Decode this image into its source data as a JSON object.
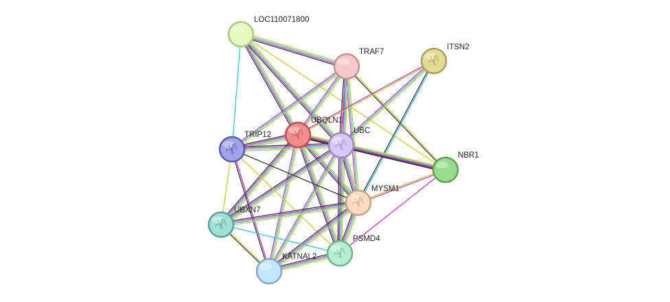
{
  "network": {
    "nodes": [
      {
        "id": "LOC110071800",
        "label": "LOC110071800",
        "fill": "#e2fbba",
        "stroke": "#aac785",
        "icon": "none"
      },
      {
        "id": "TRAF7",
        "label": "TRAF7",
        "fill": "#f7c8c9",
        "stroke": "#c58f91",
        "icon": "none"
      },
      {
        "id": "ITSN2",
        "label": "ITSN2",
        "fill": "#e3dd94",
        "stroke": "#a49f55",
        "icon": "protein-structure-icon"
      },
      {
        "id": "UBQLN1",
        "label": "UBQLN1",
        "fill": "#f08d8f",
        "stroke": "#c44b4f",
        "icon": "protein-structure-icon"
      },
      {
        "id": "UBC",
        "label": "UBC",
        "fill": "#d8c6fb",
        "stroke": "#9a85c4",
        "icon": "protein-structure-icon"
      },
      {
        "id": "TRIP12",
        "label": "TRIP12",
        "fill": "#a0a3e6",
        "stroke": "#585ca2",
        "icon": "protein-structure-icon"
      },
      {
        "id": "NBR1",
        "label": "NBR1",
        "fill": "#98dc8d",
        "stroke": "#5e9f53",
        "icon": "none"
      },
      {
        "id": "MYSM1",
        "label": "MYSM1",
        "fill": "#fcdcbe",
        "stroke": "#c4a283",
        "icon": "protein-structure-icon"
      },
      {
        "id": "UBXN7",
        "label": "UBXN7",
        "fill": "#9fe0d9",
        "stroke": "#5d9f98",
        "icon": "protein-structure-icon"
      },
      {
        "id": "PSMD4",
        "label": "PSMD4",
        "fill": "#b3f0d1",
        "stroke": "#6fb190",
        "icon": "protein-structure-icon"
      },
      {
        "id": "KATNAL2",
        "label": "KATNAL2",
        "fill": "#c2e6fb",
        "stroke": "#84a8bd",
        "icon": "none"
      }
    ],
    "edges": [
      {
        "a": "LOC110071800",
        "b": "TRAF7",
        "colors": [
          "#cccc33",
          "#33cccc",
          "#cc33cc",
          "#333333"
        ]
      },
      {
        "a": "LOC110071800",
        "b": "UBQLN1",
        "colors": [
          "#cccc33",
          "#33cccc",
          "#cc33cc",
          "#333333"
        ]
      },
      {
        "a": "LOC110071800",
        "b": "UBC",
        "colors": [
          "#cccc33",
          "#33cccc",
          "#cc33cc",
          "#333333"
        ]
      },
      {
        "a": "LOC110071800",
        "b": "TRIP12",
        "colors": [
          "#33cccc"
        ]
      },
      {
        "a": "LOC110071800",
        "b": "NBR1",
        "colors": [
          "#cccc33"
        ]
      },
      {
        "a": "TRAF7",
        "b": "UBQLN1",
        "colors": [
          "#cccc33",
          "#33cccc",
          "#cc33cc"
        ]
      },
      {
        "a": "TRAF7",
        "b": "UBC",
        "colors": [
          "#cccc33",
          "#33cccc",
          "#cc33cc",
          "#333333"
        ]
      },
      {
        "a": "TRAF7",
        "b": "TRIP12",
        "colors": [
          "#cccc33",
          "#33cccc",
          "#cc33cc"
        ]
      },
      {
        "a": "TRAF7",
        "b": "NBR1",
        "colors": [
          "#cccc33",
          "#333333"
        ]
      },
      {
        "a": "TRAF7",
        "b": "MYSM1",
        "colors": [
          "#cccc33",
          "#33cccc",
          "#cc33cc"
        ]
      },
      {
        "a": "TRAF7",
        "b": "PSMD4",
        "colors": [
          "#cccc33",
          "#33cccc",
          "#cc33cc"
        ]
      },
      {
        "a": "ITSN2",
        "b": "UBC",
        "colors": [
          "#cccc33",
          "#33cccc",
          "#cc33cc"
        ]
      },
      {
        "a": "ITSN2",
        "b": "UBQLN1",
        "colors": [
          "#cccc33",
          "#cc33cc"
        ]
      },
      {
        "a": "ITSN2",
        "b": "MYSM1",
        "colors": [
          "#33cccc",
          "#333333"
        ]
      },
      {
        "a": "UBQLN1",
        "b": "UBC",
        "colors": [
          "#cccc33",
          "#33cccc",
          "#cc33cc",
          "#333333"
        ]
      },
      {
        "a": "UBQLN1",
        "b": "TRIP12",
        "colors": [
          "#cccc33",
          "#33cccc",
          "#cc33cc",
          "#333333"
        ]
      },
      {
        "a": "UBQLN1",
        "b": "NBR1",
        "colors": [
          "#cccc33",
          "#cc33cc",
          "#333333"
        ]
      },
      {
        "a": "UBQLN1",
        "b": "MYSM1",
        "colors": [
          "#cccc33",
          "#33cccc",
          "#cc33cc",
          "#333333"
        ]
      },
      {
        "a": "UBQLN1",
        "b": "UBXN7",
        "colors": [
          "#cccc33",
          "#33cccc",
          "#cc33cc",
          "#333333"
        ]
      },
      {
        "a": "UBQLN1",
        "b": "PSMD4",
        "colors": [
          "#cccc33",
          "#33cccc",
          "#cc33cc",
          "#333333"
        ]
      },
      {
        "a": "UBQLN1",
        "b": "KATNAL2",
        "colors": [
          "#cccc33",
          "#33cccc",
          "#cc33cc"
        ]
      },
      {
        "a": "UBC",
        "b": "TRIP12",
        "colors": [
          "#cccc33",
          "#33cccc",
          "#cc33cc",
          "#333333"
        ]
      },
      {
        "a": "UBC",
        "b": "NBR1",
        "colors": [
          "#cccc33",
          "#33cccc",
          "#cc33cc",
          "#333333"
        ]
      },
      {
        "a": "UBC",
        "b": "MYSM1",
        "colors": [
          "#cccc33",
          "#33cccc",
          "#cc33cc",
          "#333333"
        ]
      },
      {
        "a": "UBC",
        "b": "UBXN7",
        "colors": [
          "#cccc33",
          "#33cccc",
          "#cc33cc",
          "#333333"
        ]
      },
      {
        "a": "UBC",
        "b": "PSMD4",
        "colors": [
          "#cccc33",
          "#33cccc",
          "#cc33cc",
          "#333333"
        ]
      },
      {
        "a": "UBC",
        "b": "KATNAL2",
        "colors": [
          "#cccc33",
          "#33cccc",
          "#cc33cc"
        ]
      },
      {
        "a": "TRIP12",
        "b": "MYSM1",
        "colors": [
          "#333333"
        ]
      },
      {
        "a": "TRIP12",
        "b": "UBXN7",
        "colors": [
          "#cccc33"
        ]
      },
      {
        "a": "TRIP12",
        "b": "PSMD4",
        "colors": [
          "#cccc33"
        ]
      },
      {
        "a": "TRIP12",
        "b": "KATNAL2",
        "colors": [
          "#cc33cc",
          "#333333"
        ]
      },
      {
        "a": "MYSM1",
        "b": "NBR1",
        "colors": [
          "#cccc33",
          "#cc33cc"
        ]
      },
      {
        "a": "MYSM1",
        "b": "UBXN7",
        "colors": [
          "#cccc33",
          "#33cccc",
          "#cc33cc",
          "#333333"
        ]
      },
      {
        "a": "MYSM1",
        "b": "PSMD4",
        "colors": [
          "#cccc33",
          "#33cccc",
          "#cc33cc",
          "#333333"
        ]
      },
      {
        "a": "MYSM1",
        "b": "KATNAL2",
        "colors": [
          "#cccc33",
          "#33cccc",
          "#cc33cc",
          "#333333"
        ]
      },
      {
        "a": "UBXN7",
        "b": "PSMD4",
        "colors": [
          "#33cccc"
        ]
      },
      {
        "a": "UBXN7",
        "b": "KATNAL2",
        "colors": [
          "#cccc33",
          "#333333"
        ]
      },
      {
        "a": "PSMD4",
        "b": "KATNAL2",
        "colors": [
          "#cccc33",
          "#33cccc",
          "#cc33cc",
          "#333333"
        ]
      },
      {
        "a": "NBR1",
        "b": "PSMD4",
        "colors": [
          "#cc33cc"
        ]
      }
    ]
  }
}
